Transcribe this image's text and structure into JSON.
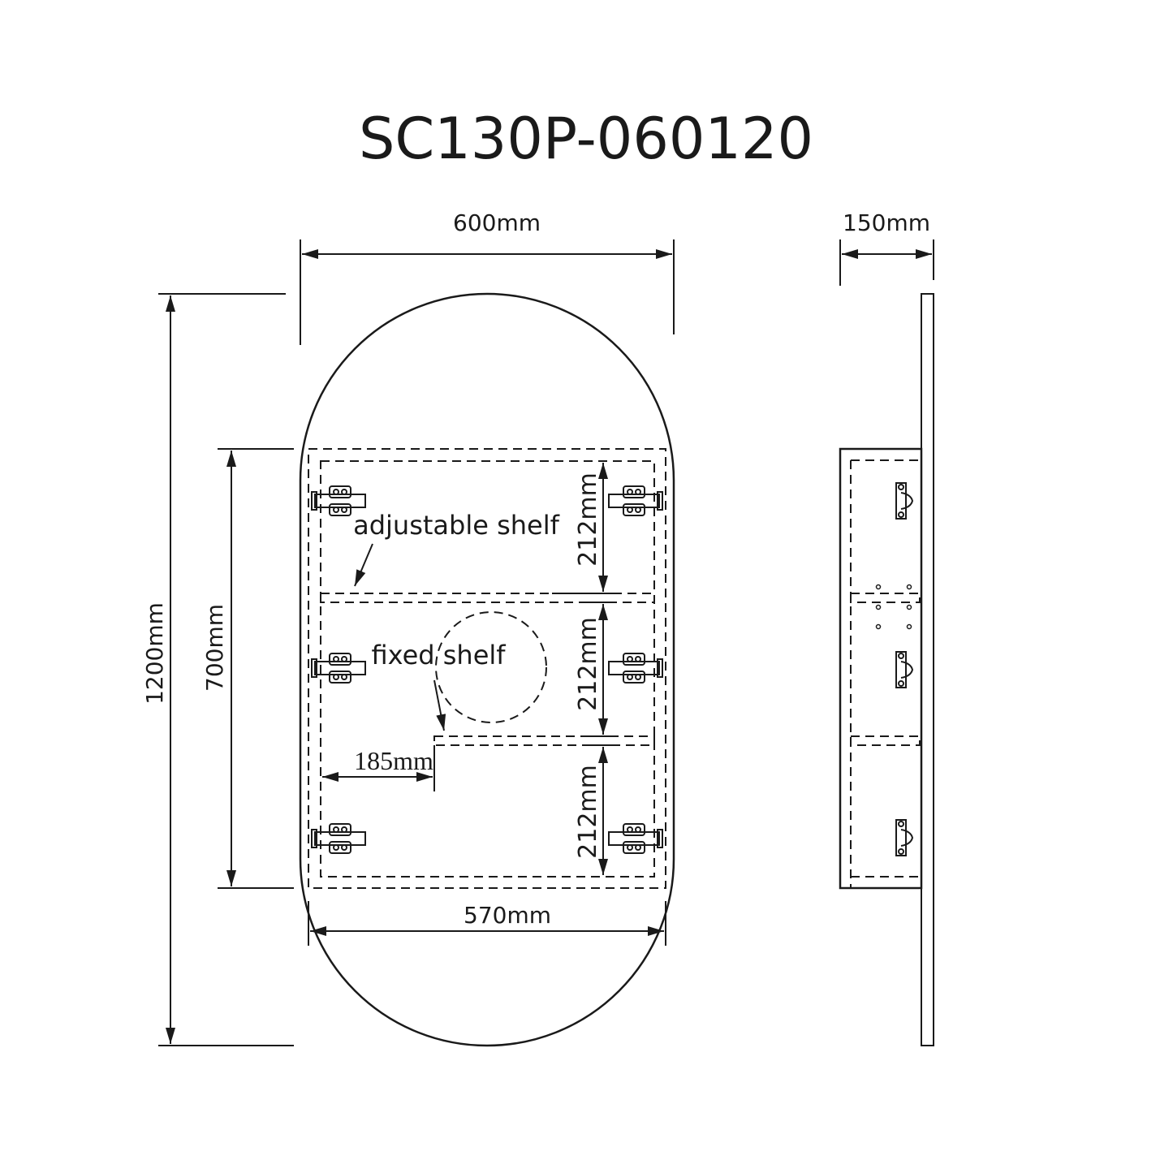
{
  "title": "SC130P-060120",
  "front_view": {
    "width_label": "600mm",
    "height_label": "1200mm",
    "cabinet_height_label": "700mm",
    "cabinet_width_label": "570mm",
    "shelf_spacing_labels": [
      "212mm",
      "212mm",
      "212mm"
    ],
    "shelf_offset_label": "185mm",
    "adjustable_shelf_label": "adjustable shelf",
    "fixed_shelf_label": "fixed shelf"
  },
  "side_view": {
    "depth_label": "150mm"
  }
}
